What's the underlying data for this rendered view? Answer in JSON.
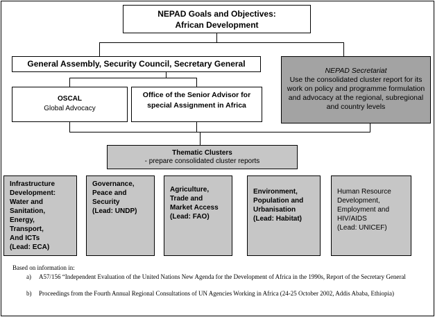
{
  "goals": {
    "line1": "NEPAD Goals and Objectives:",
    "line2": "African Development"
  },
  "general_assembly": {
    "label": "General Assembly, Security Council, Secretary General"
  },
  "secretariat": {
    "title": "NEPAD Secretariat",
    "description": "Use the consolidated cluster report for its work on policy and programme formulation and advocacy at the regional, subregional and country levels"
  },
  "oscal": {
    "title": "OSCAL",
    "subtitle": "Global Advocacy"
  },
  "osaa": {
    "title": "Office of the Senior Advisor for special Assignment in Africa"
  },
  "thematic_clusters": {
    "title": "Thematic Clusters",
    "subtitle": "- prepare consolidated cluster reports"
  },
  "clusters": [
    {
      "text": "Infrastructure\nDevelopment:\nWater and\nSanitation,\nEnergy,\nTransport,\nAnd ICTs\n(Lead: ECA)"
    },
    {
      "text": "Governance,\nPeace and\nSecurity\n(Lead: UNDP)"
    },
    {
      "text": "Agriculture,\nTrade and\nMarket Access\n(Lead: FAO)"
    },
    {
      "text": "Environment,\nPopulation and\nUrbanisation\n(Lead: Habitat)"
    },
    {
      "text": "Human Resource\nDevelopment,\nEmployment and\nHIV/AIDS\n(Lead: UNICEF)"
    }
  ],
  "notes": {
    "intro": "Based on information in:",
    "items": [
      {
        "letter": "a)",
        "text": "A57/156 “Independent Evaluation of the United Nations New Agenda for the Development of Africa in the 1990s, Report of the Secretary General"
      },
      {
        "letter": "b)",
        "text": "Proceedings from the Fourth Annual Regional Consultations of UN Agencies Working in Africa (24-25 October 2002, Addis Ababa, Ethiopia)"
      }
    ]
  },
  "colors": {
    "cluster_fill": "#c6c6c6",
    "secretariat_fill": "#a3a3a3",
    "line": "#000000"
  }
}
